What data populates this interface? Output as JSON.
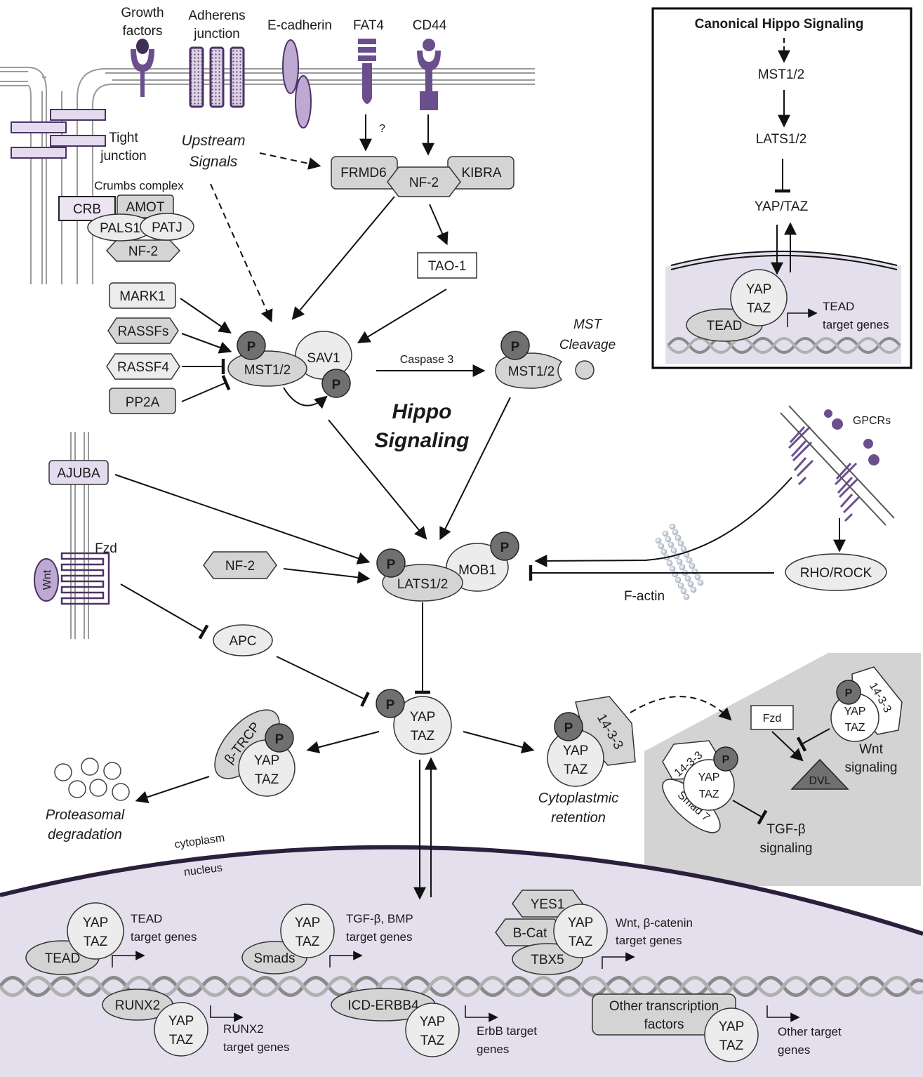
{
  "membrane": {
    "growth_factors_1": "Growth",
    "growth_factors_2": "factors",
    "adherens_1": "Adherens",
    "adherens_2": "junction",
    "ecadherin": "E-cadherin",
    "fat4": "FAT4",
    "cd44": "CD44",
    "tight_1": "Tight",
    "tight_2": "junction",
    "crumbs": "Crumbs complex",
    "crb": "CRB",
    "amot": "AMOT",
    "pals1": "PALS1",
    "patj": "PATJ",
    "nf2": "NF-2",
    "question": "?"
  },
  "upstream": {
    "label_1": "Upstream",
    "label_2": "Signals",
    "frmd6": "FRMD6",
    "nf2": "NF-2",
    "kibra": "KIBRA",
    "tao1": "TAO-1"
  },
  "regulators": {
    "mark1": "MARK1",
    "rassfs": "RASSFs",
    "rassf4": "RASSF4",
    "pp2a": "PP2A",
    "ajuba": "AJUBA",
    "fzd": "Fzd",
    "wnt": "Wnt",
    "nf2": "NF-2",
    "apc": "APC"
  },
  "core": {
    "p": "P",
    "mst": "MST1/2",
    "sav1": "SAV1",
    "caspase": "Caspase 3",
    "mst_cleavage_1": "MST",
    "mst_cleavage_2": "Cleavage",
    "title_1": "Hippo",
    "title_2": "Signaling",
    "lats": "LATS1/2",
    "mob1": "MOB1",
    "yap": "YAP",
    "taz": "TAZ"
  },
  "actin": {
    "gpcrs": "GPCRs",
    "rho": "RHO/ROCK",
    "factin": "F-actin"
  },
  "fates": {
    "btrcp": "β-TRCP",
    "proteasomal_1": "Proteasomal",
    "proteasomal_2": "degradation",
    "p1433": "14-3-3",
    "retention_1": "Cytoplastmic",
    "retention_2": "retention"
  },
  "crosstalk": {
    "fzd": "Fzd",
    "dvl": "DVL",
    "wnt_1": "Wnt",
    "wnt_2": "signaling",
    "smad7": "Smad 7",
    "tgf_1": "TGF-β",
    "tgf_2": "signaling",
    "p1433": "14-3-3"
  },
  "compartments": {
    "cytoplasm": "cytoplasm",
    "nucleus": "nucleus"
  },
  "nucleus": {
    "tead": "TEAD",
    "tead_genes_1": "TEAD",
    "tead_genes_2": "target genes",
    "smads": "Smads",
    "tgf_genes_1": "TGF-β, BMP",
    "tgf_genes_2": "target genes",
    "yes1": "YES1",
    "bcat": "B-Cat",
    "tbx5": "TBX5",
    "wnt_genes_1": "Wnt, β-catenin",
    "wnt_genes_2": "target genes",
    "runx2": "RUNX2",
    "runx2_genes_1": "RUNX2",
    "runx2_genes_2": "target genes",
    "icd": "ICD-ERBB4",
    "erbb_genes_1": "ErbB target",
    "erbb_genes_2": "genes",
    "other_tf_1": "Other transcription",
    "other_tf_2": "factors",
    "other_genes_1": "Other target",
    "other_genes_2": "genes"
  },
  "inset": {
    "title": "Canonical  Hippo  Signaling",
    "mst": "MST1/2",
    "lats": "LATS1/2",
    "yaptaz": "YAP/TAZ",
    "yap": "YAP",
    "taz": "TAZ",
    "tead": "TEAD",
    "genes_1": "TEAD",
    "genes_2": "target genes"
  }
}
